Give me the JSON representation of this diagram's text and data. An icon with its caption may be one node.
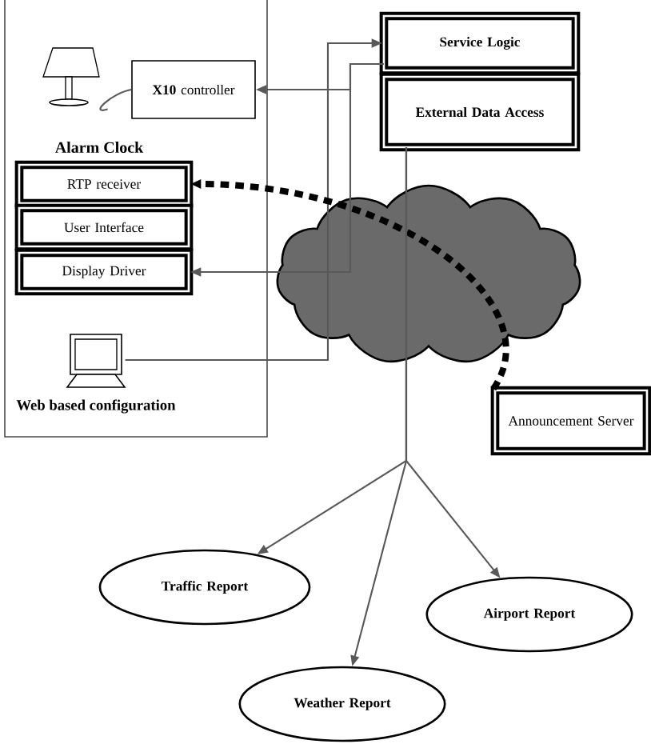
{
  "diagram": {
    "nodes": [
      {
        "text": [],
        "shape": "picture"
      },
      {
        "text": [
          "**X10** controller"
        ]
      },
      {
        "text": [
          "RTP receiver"
        ]
      },
      {
        "text": [
          "User Interface"
        ]
      },
      {
        "text": [
          "Display Driver"
        ]
      },
      {
        "text": [],
        "shape": "picture",
        "beside": [
          "Web based configuration"
        ]
      },
      {
        "text": [
          "Service Logic"
        ]
      },
      {
        "text": [
          "External Data Access"
        ]
      },
      {
        "text": [
          "Announcement Server"
        ]
      },
      {
        "text": [
          "Traffic Report"
        ]
      },
      {
        "text": [
          "Weather Report"
        ]
      },
      {
        "text": [
          "Airport Report"
        ]
      }
    ],
    "edges": [
      {
        "from": 0,
        "to": 1,
        "arrow": "none"
      },
      {
        "from": 5,
        "to": 6,
        "arrow": "to"
      },
      {
        "from": 6,
        "to": 1,
        "arrow": "to"
      },
      {
        "from": 6,
        "to": 4,
        "arrow": "to"
      },
      {
        "from": 8,
        "to": 2,
        "arrow": "to",
        "style": "dashed",
        "color": "#000000"
      },
      {
        "from": 7,
        "to": 9,
        "arrow": "to"
      },
      {
        "from": 7,
        "to": 10,
        "arrow": "to"
      },
      {
        "from": 7,
        "to": 11,
        "arrow": "to"
      }
    ],
    "labels": [
      "Alarm Clock"
    ]
  }
}
